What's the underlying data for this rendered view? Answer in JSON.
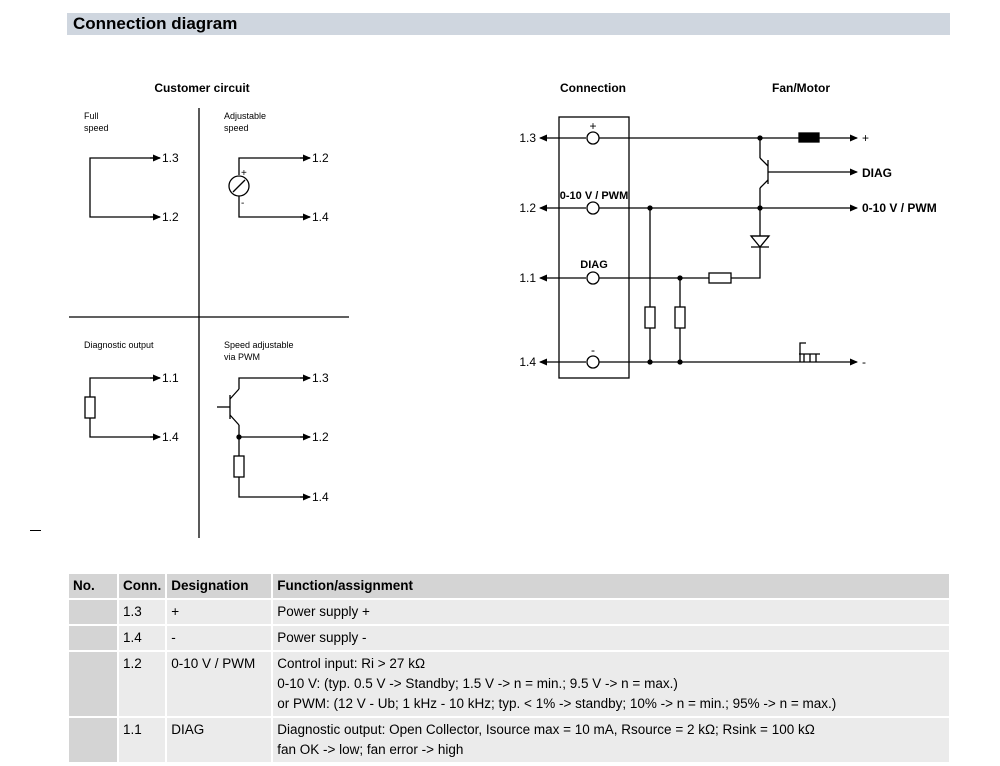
{
  "section": {
    "title": "Connection diagram"
  },
  "customer_circuit": {
    "title": "Customer circuit",
    "quadrants": {
      "full_speed": {
        "label_lines": [
          "Full",
          "speed"
        ],
        "terminals": [
          "1.3",
          "1.2"
        ]
      },
      "adjustable_speed": {
        "label_lines": [
          "Adjustable",
          "speed"
        ],
        "terminals": [
          "1.2",
          "1.4"
        ],
        "plus": "+",
        "minus": "-"
      },
      "diagnostic_output": {
        "label_lines": [
          "Diagnostic output"
        ],
        "terminals": [
          "1.1",
          "1.4"
        ]
      },
      "speed_pwm": {
        "label_lines": [
          "Speed adjustable",
          "via PWM"
        ],
        "terminals": [
          "1.3",
          "1.2",
          "1.4"
        ]
      }
    }
  },
  "connection": {
    "title": "Connection",
    "fan_title": "Fan/Motor",
    "terminals": [
      "1.3",
      "1.2",
      "1.1",
      "1.4"
    ],
    "inner_labels": {
      "plus": "+",
      "pwm": "0-10 V / PWM",
      "diag": "DIAG",
      "minus": "-"
    },
    "outputs": {
      "plus": "+",
      "diag": "DIAG",
      "pwm": "0-10 V / PWM",
      "minus": "-"
    }
  },
  "table": {
    "headers": [
      "No.",
      "Conn.",
      "Designation",
      "Function/assignment"
    ],
    "rows": [
      {
        "no": "",
        "conn": "1.3",
        "designation": "+",
        "function": [
          "Power supply +"
        ]
      },
      {
        "no": "",
        "conn": "1.4",
        "designation": "-",
        "function": [
          "Power supply -"
        ]
      },
      {
        "no": "",
        "conn": "1.2",
        "designation": "0-10 V / PWM",
        "function": [
          "Control input: Ri > 27 kΩ",
          "0-10 V: (typ. 0.5 V -> Standby; 1.5 V -> n = min.; 9.5 V -> n = max.)",
          "or PWM: (12 V - Ub; 1 kHz - 10 kHz; typ. < 1% -> standby; 10% -> n = min.; 95% -> n = max.)"
        ]
      },
      {
        "no": "",
        "conn": "1.1",
        "designation": "DIAG",
        "function": [
          "Diagnostic output: Open Collector, Isource max = 10 mA, Rsource = 2 kΩ; Rsink = 100 kΩ",
          "fan OK -> low; fan error -> high"
        ]
      }
    ]
  }
}
